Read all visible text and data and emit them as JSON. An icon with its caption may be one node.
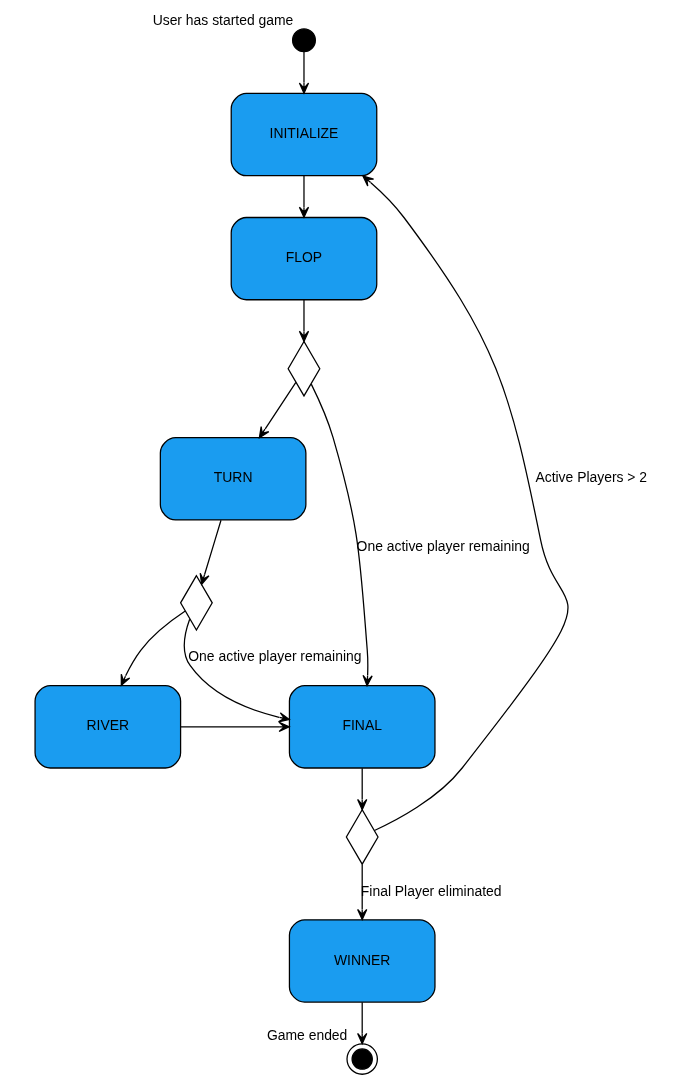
{
  "diagram": {
    "nodes": [
      {
        "text": [],
        "shape": "circle",
        "beside": [
          "User has started game"
        ]
      },
      {
        "text": [
          "INITIALIZE"
        ]
      },
      {
        "text": [
          "FLOP"
        ]
      },
      {
        "text": [],
        "shape": "diamond"
      },
      {
        "text": [
          "TURN"
        ]
      },
      {
        "text": [],
        "shape": "diamond"
      },
      {
        "text": [
          "RIVER"
        ]
      },
      {
        "text": [
          "FINAL"
        ]
      },
      {
        "text": [],
        "shape": "diamond"
      },
      {
        "text": [
          "WINNER"
        ]
      },
      {
        "text": [],
        "shape": "circle",
        "beside": [
          "Game ended"
        ]
      }
    ],
    "edges": [
      {
        "from": 0,
        "to": 1,
        "arrow": "to"
      },
      {
        "from": 1,
        "to": 2,
        "arrow": "to"
      },
      {
        "from": 2,
        "to": 3,
        "arrow": "to"
      },
      {
        "from": 3,
        "to": 4,
        "arrow": "to"
      },
      {
        "from": 3,
        "to": 7,
        "arrow": "to",
        "label": "One active player remaining"
      },
      {
        "from": 4,
        "to": 5,
        "arrow": "to"
      },
      {
        "from": 5,
        "to": 6,
        "arrow": "to"
      },
      {
        "from": 5,
        "to": 7,
        "arrow": "to",
        "label": "One active player remaining"
      },
      {
        "from": 6,
        "to": 7,
        "arrow": "to"
      },
      {
        "from": 7,
        "to": 8,
        "arrow": "to"
      },
      {
        "from": 8,
        "to": 1,
        "arrow": "to",
        "label": "Active Players > 2"
      },
      {
        "from": 8,
        "to": 9,
        "arrow": "to",
        "label": "Final Player eliminated"
      },
      {
        "from": 9,
        "to": 10,
        "arrow": "to"
      }
    ]
  }
}
